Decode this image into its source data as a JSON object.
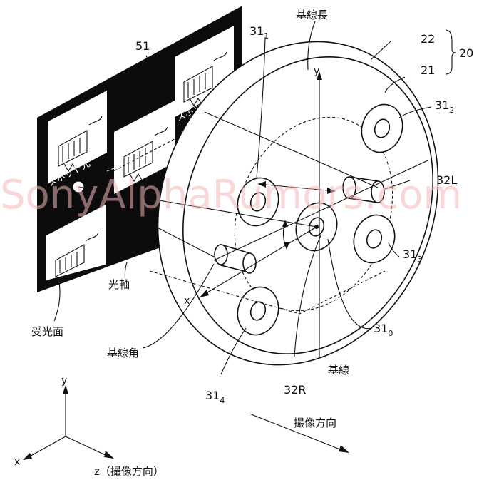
{
  "labels": {
    "screen_id": "51",
    "kisen_cho": "基線長",
    "l22": "22",
    "l21": "21",
    "l20": "20",
    "l31_1_main": "31",
    "l31_1_sub": "1",
    "l31_2_main": "31",
    "l31_2_sub": "2",
    "l31_3_main": "31",
    "l31_3_sub": "3",
    "l31_4_main": "31",
    "l31_4_sub": "4",
    "l31_0_main": "31",
    "l31_0_sub": "0",
    "l32L": "32L",
    "l32R": "32R",
    "y_top": "y",
    "x_mid": "x",
    "spot1": "スポット光",
    "spot2": "スポット光",
    "kojiku": "光軸",
    "jukomen": "受光面",
    "kisenkaku": "基線角",
    "kisen": "基線",
    "satsuzo_arrow": "撮像方向",
    "axis_y": "y",
    "axis_x": "x",
    "axis_z": "z（撮像方向）"
  },
  "watermark": "SonyAlphaRumors.com"
}
